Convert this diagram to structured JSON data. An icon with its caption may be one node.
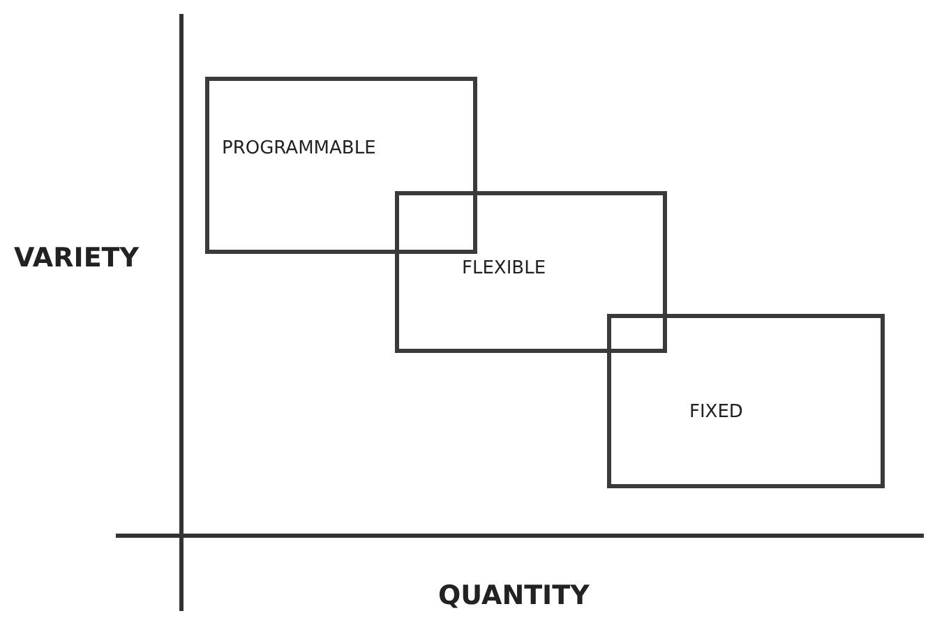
{
  "diagram": {
    "nodes": [
      {
        "text": [
          "PROGRAMMABLE"
        ]
      },
      {
        "text": [
          "FLEXIBLE"
        ]
      },
      {
        "text": [
          "FIXED"
        ]
      }
    ],
    "labels": [
      "VARIETY",
      "QUANTITY"
    ]
  }
}
